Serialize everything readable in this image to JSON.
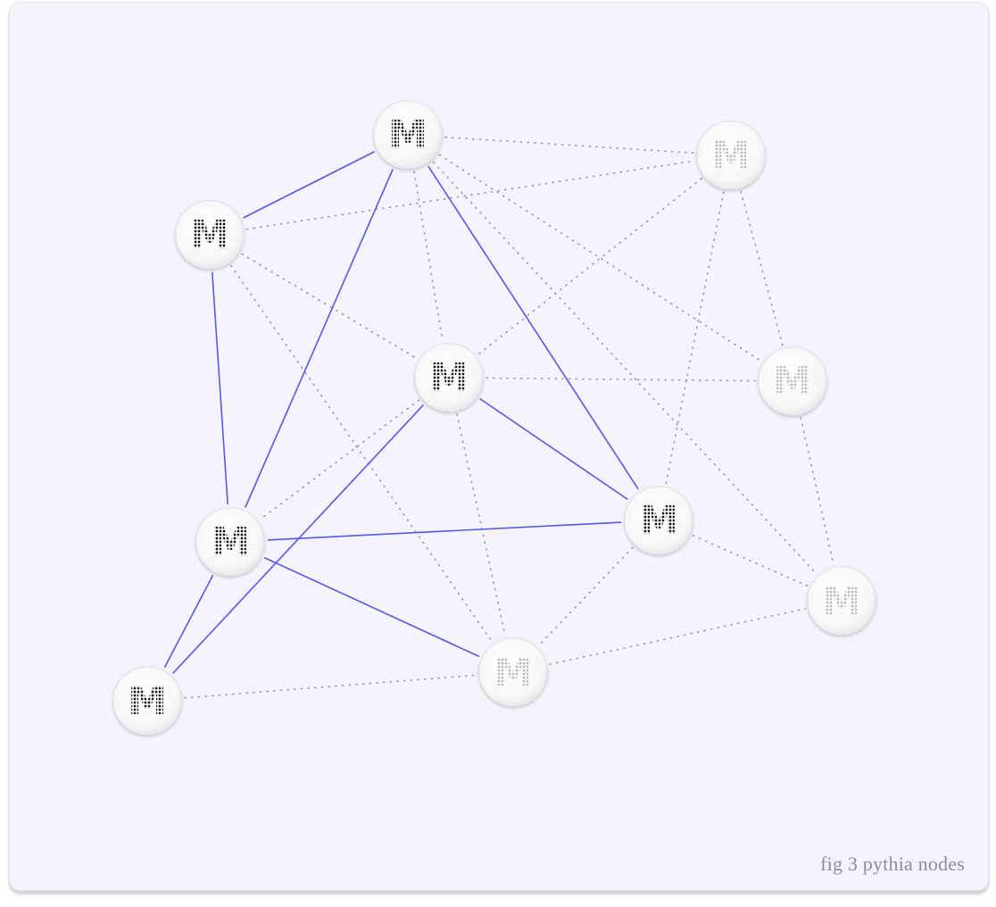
{
  "caption": "fig 3 pythia nodes",
  "colors": {
    "background": "#f5f3fd",
    "active_edge": "#5b57e8",
    "inactive_edge": "#9a98a0",
    "node_fill": "#fbfbfc",
    "active_glyph": "#111111",
    "inactive_glyph": "#b9b9bd"
  },
  "nodes": [
    {
      "id": "n1",
      "glyph": "M",
      "state": "active"
    },
    {
      "id": "n2",
      "glyph": "M",
      "state": "inactive"
    },
    {
      "id": "n3",
      "glyph": "M",
      "state": "active"
    },
    {
      "id": "n4",
      "glyph": "M",
      "state": "active"
    },
    {
      "id": "n5",
      "glyph": "M",
      "state": "inactive"
    },
    {
      "id": "n6",
      "glyph": "M",
      "state": "active"
    },
    {
      "id": "n7",
      "glyph": "M",
      "state": "active"
    },
    {
      "id": "n8",
      "glyph": "M",
      "state": "inactive"
    },
    {
      "id": "n9",
      "glyph": "M",
      "state": "inactive"
    },
    {
      "id": "n10",
      "glyph": "M",
      "state": "active"
    }
  ],
  "edges": [
    {
      "from": "n1",
      "to": "n3",
      "style": "solid"
    },
    {
      "from": "n1",
      "to": "n7",
      "style": "solid"
    },
    {
      "from": "n1",
      "to": "n6",
      "style": "solid"
    },
    {
      "from": "n3",
      "to": "n7",
      "style": "solid"
    },
    {
      "from": "n4",
      "to": "n6",
      "style": "solid"
    },
    {
      "from": "n4",
      "to": "n10",
      "style": "solid"
    },
    {
      "from": "n7",
      "to": "n6",
      "style": "solid"
    },
    {
      "from": "n7",
      "to": "n10",
      "style": "solid"
    },
    {
      "from": "n7",
      "to": "n9",
      "style": "solid"
    },
    {
      "from": "n1",
      "to": "n2",
      "style": "dotted"
    },
    {
      "from": "n1",
      "to": "n4",
      "style": "dotted"
    },
    {
      "from": "n1",
      "to": "n5",
      "style": "dotted"
    },
    {
      "from": "n1",
      "to": "n8",
      "style": "dotted"
    },
    {
      "from": "n3",
      "to": "n2",
      "style": "dotted"
    },
    {
      "from": "n3",
      "to": "n4",
      "style": "dotted"
    },
    {
      "from": "n3",
      "to": "n9",
      "style": "dotted"
    },
    {
      "from": "n2",
      "to": "n4",
      "style": "dotted"
    },
    {
      "from": "n2",
      "to": "n5",
      "style": "dotted"
    },
    {
      "from": "n2",
      "to": "n6",
      "style": "dotted"
    },
    {
      "from": "n4",
      "to": "n5",
      "style": "dotted"
    },
    {
      "from": "n4",
      "to": "n7",
      "style": "dotted"
    },
    {
      "from": "n4",
      "to": "n9",
      "style": "dotted"
    },
    {
      "from": "n5",
      "to": "n8",
      "style": "dotted"
    },
    {
      "from": "n6",
      "to": "n9",
      "style": "dotted"
    },
    {
      "from": "n6",
      "to": "n8",
      "style": "dotted"
    },
    {
      "from": "n10",
      "to": "n9",
      "style": "dotted"
    },
    {
      "from": "n9",
      "to": "n8",
      "style": "dotted"
    }
  ]
}
